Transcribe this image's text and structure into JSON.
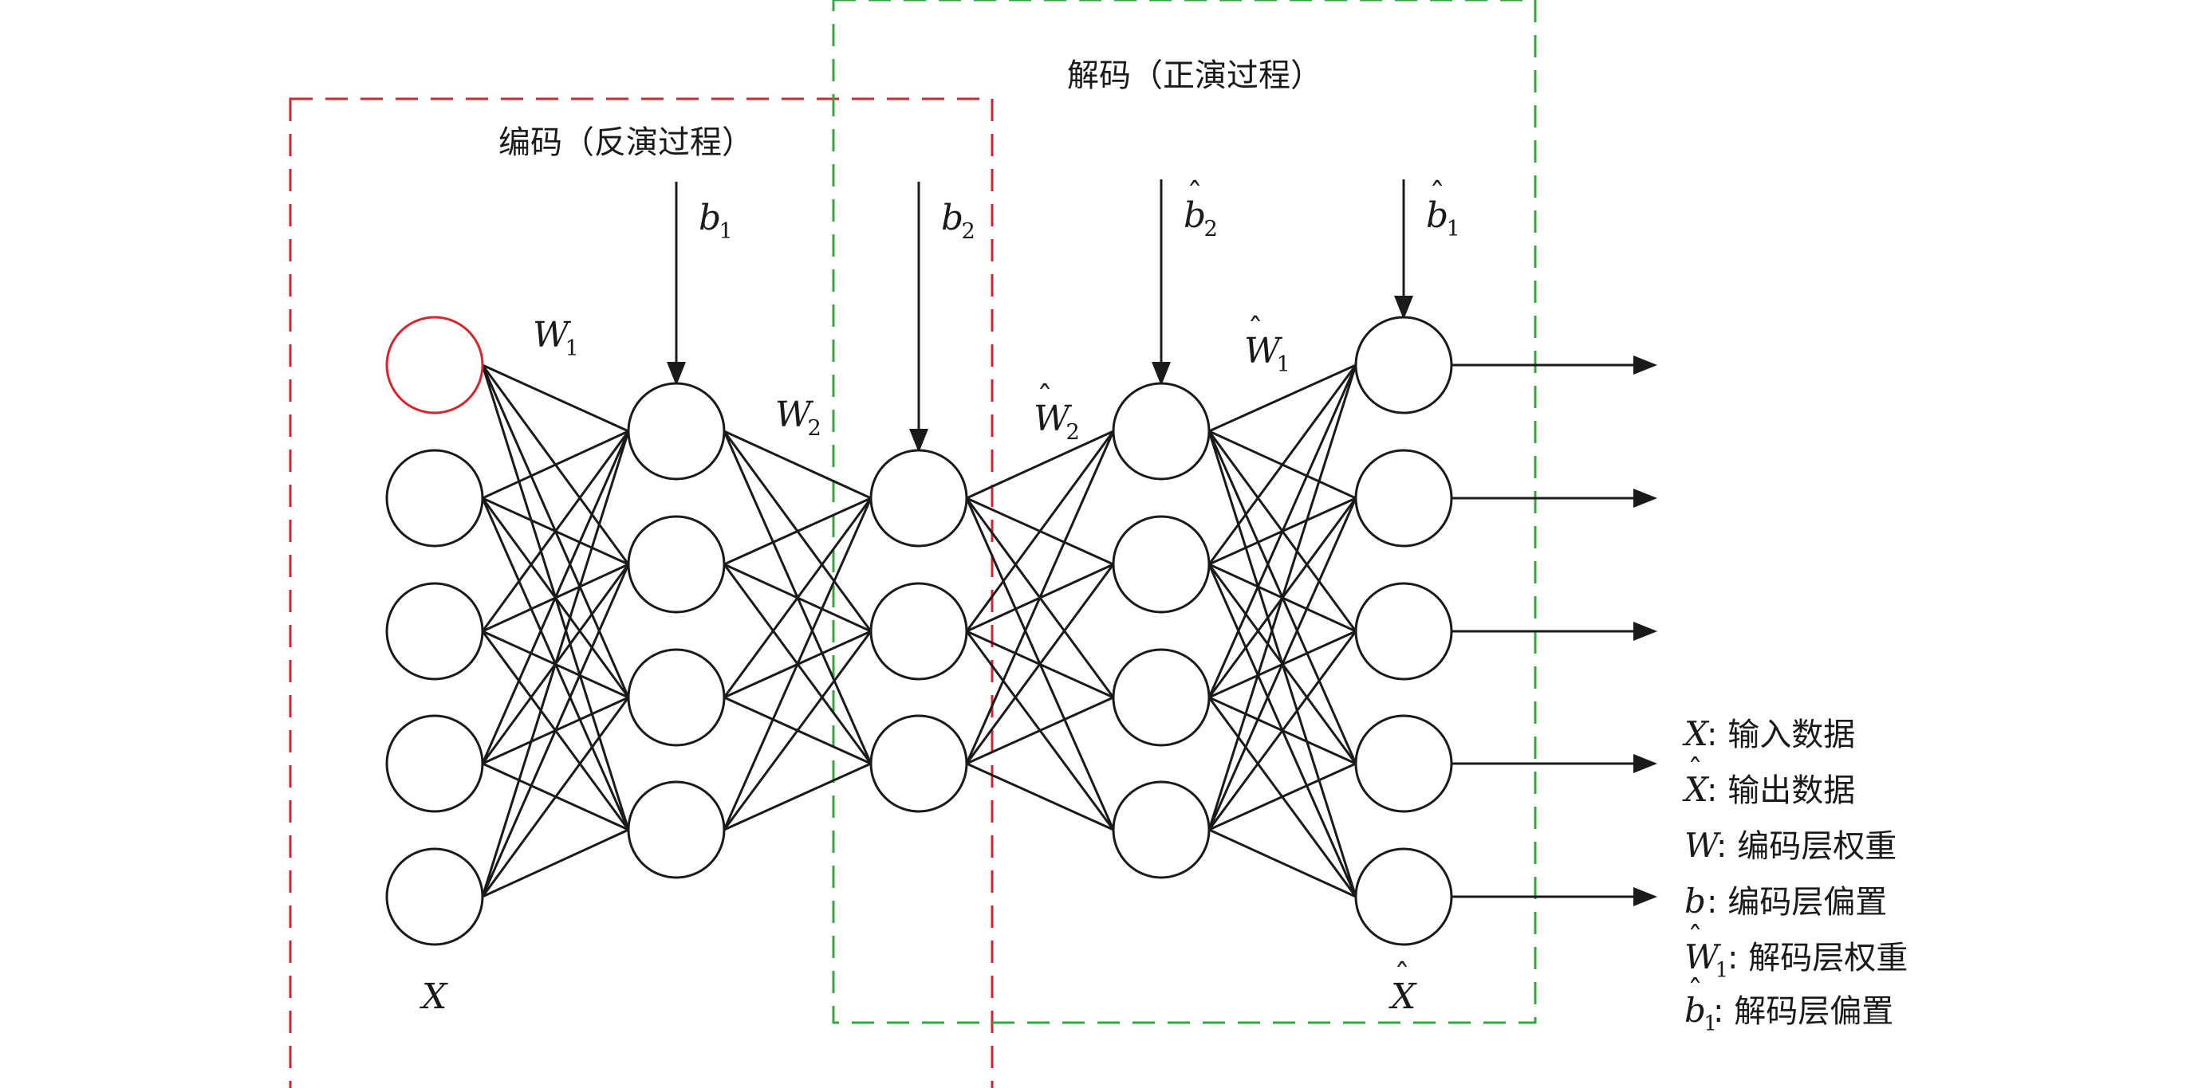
{
  "colors": {
    "encoder_box": "#d9242b",
    "decoder_box": "#2fa83c",
    "stroke": "#1a1a1a",
    "highlight_node": "#d9242b"
  },
  "layers": [
    {
      "label": "X",
      "label_hat": false,
      "nodes": 5,
      "bias": "",
      "bias_hat": false
    },
    {
      "label": "",
      "label_hat": false,
      "nodes": 4,
      "bias": "b",
      "bias_sub": "1",
      "bias_hat": false
    },
    {
      "label": "",
      "label_hat": false,
      "nodes": 3,
      "bias": "b",
      "bias_sub": "2",
      "bias_hat": false
    },
    {
      "label": "",
      "label_hat": false,
      "nodes": 4,
      "bias": "b",
      "bias_sub": "2",
      "bias_hat": true
    },
    {
      "label": "X",
      "label_hat": true,
      "nodes": 5,
      "bias": "b",
      "bias_sub": "1",
      "bias_hat": true
    }
  ],
  "weights": [
    {
      "letter": "W",
      "sub": "1",
      "hat": false
    },
    {
      "letter": "W",
      "sub": "2",
      "hat": false
    },
    {
      "letter": "W",
      "sub": "2",
      "hat": true
    },
    {
      "letter": "W",
      "sub": "1",
      "hat": true
    }
  ],
  "encoder_title": "编码（反演过程）",
  "decoder_title": "解码（正演过程）",
  "legend": [
    {
      "sym": "X",
      "sub": "",
      "hat": false,
      "text": ": 输入数据"
    },
    {
      "sym": "X",
      "sub": "",
      "hat": true,
      "text": ": 输出数据"
    },
    {
      "sym": "W",
      "sub": "",
      "hat": false,
      "text": ": 编码层权重"
    },
    {
      "sym": "b",
      "sub": "",
      "hat": false,
      "text": ": 编码层偏置"
    },
    {
      "sym": "W",
      "sub": "1",
      "hat": true,
      "text": ": 解码层权重"
    },
    {
      "sym": "b",
      "sub": "1",
      "hat": true,
      "text": ": 解码层偏置"
    }
  ]
}
